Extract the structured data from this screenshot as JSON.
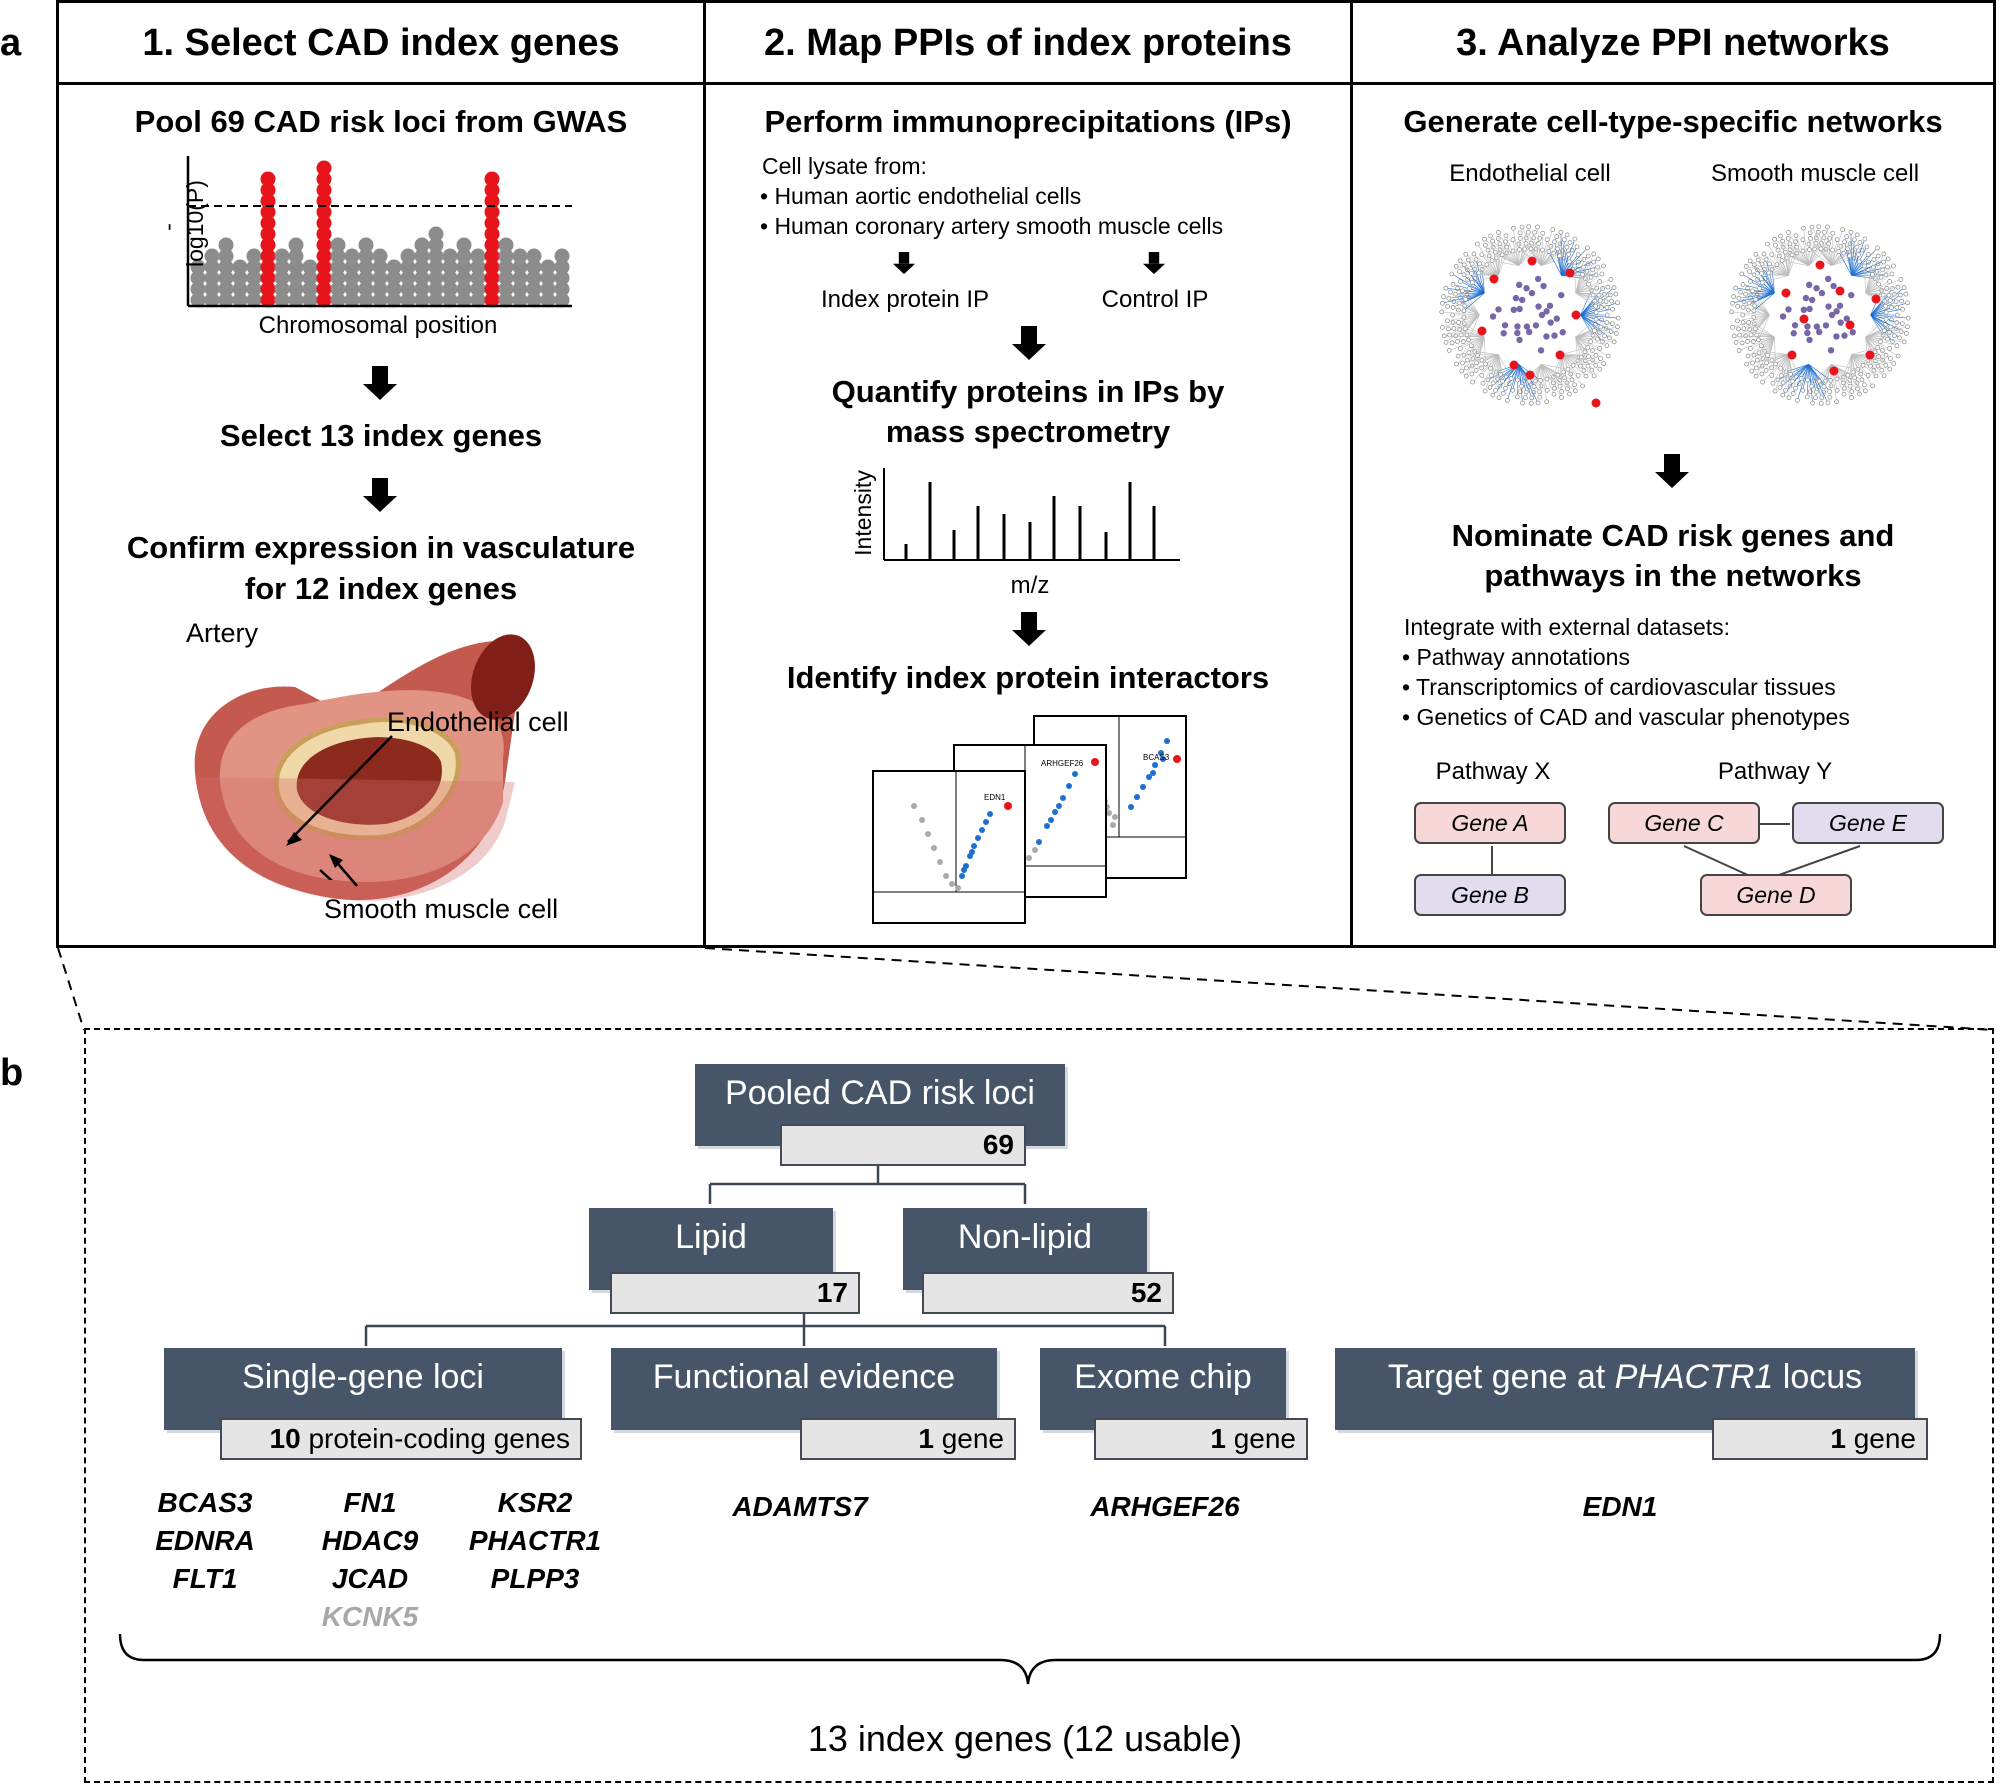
{
  "panel_a": {
    "letter": "a",
    "col1": {
      "header": "1. Select CAD index genes",
      "step1": "Pool 69 CAD risk loci from GWAS",
      "manhattan_ylabel": "-log10(P)",
      "manhattan_xlabel": "Chromosomal position",
      "step2": "Select 13 index genes",
      "step3_line1": "Confirm expression in vasculature",
      "step3_line2": "for 12 index genes",
      "artery_label": "Artery",
      "endothelial_label": "Endothelial cell",
      "smooth_muscle_label": "Smooth muscle cell"
    },
    "col2": {
      "header": "2. Map PPIs of index proteins",
      "step1": "Perform immunoprecipitations (IPs)",
      "lysate_title": "Cell lysate from:",
      "lysate_items": [
        "• Human aortic endothelial cells",
        "• Human coronary artery smooth muscle cells"
      ],
      "ip_left": "Index protein IP",
      "ip_right": "Control IP",
      "step2_line1": "Quantify proteins in IPs by",
      "step2_line2": "mass spectrometry",
      "ms_ylabel": "Intensity",
      "ms_xlabel": "m/z",
      "step3": "Identify index protein interactors",
      "volcano_labels": [
        "EDN1",
        "ARHGEF26",
        "BCAS3"
      ]
    },
    "col3": {
      "header": "3. Analyze PPI networks",
      "step1": "Generate cell-type-specific networks",
      "net_left": "Endothelial cell",
      "net_right": "Smooth muscle cell",
      "step2_line1": "Nominate CAD risk genes and",
      "step2_line2": "pathways in the networks",
      "integrate_title": "Integrate with external datasets:",
      "integrate_items": [
        "• Pathway annotations",
        "• Transcriptomics of cardiovascular tissues",
        "• Genetics of CAD and vascular phenotypes"
      ],
      "pathway_x": "Pathway X",
      "pathway_y": "Pathway Y",
      "genes": {
        "a": "Gene A",
        "b": "Gene B",
        "c": "Gene C",
        "d": "Gene D",
        "e": "Gene E"
      }
    }
  },
  "panel_b": {
    "letter": "b",
    "root": {
      "label": "Pooled CAD risk loci",
      "count": "69"
    },
    "lipid": {
      "label": "Lipid",
      "count": "17"
    },
    "nonlipid": {
      "label": "Non-lipid",
      "count": "52"
    },
    "single": {
      "label": "Single-gene loci",
      "count": "10",
      "count_suffix": " protein-coding genes"
    },
    "functional": {
      "label": "Functional evidence",
      "count": "1",
      "count_suffix": " gene"
    },
    "exome": {
      "label": "Exome chip",
      "count": "1",
      "count_suffix": " gene"
    },
    "target": {
      "label_pre": "Target gene at ",
      "label_gene": "PHACTR1",
      "label_post": " locus",
      "count": "1",
      "count_suffix": " gene"
    },
    "single_genes_col1": [
      "BCAS3",
      "EDNRA",
      "FLT1"
    ],
    "single_genes_col2": [
      "FN1",
      "HDAC9",
      "JCAD"
    ],
    "single_genes_col2_grey": "KCNK5",
    "single_genes_col3": [
      "KSR2",
      "PHACTR1",
      "PLPP3"
    ],
    "functional_gene": "ADAMTS7",
    "exome_gene": "ARHGEF26",
    "target_gene": "EDN1",
    "summary": "13 index genes (12 usable)"
  },
  "colors": {
    "box": "#475569",
    "count_bg": "#e5e5e5",
    "red": "#e8141c",
    "grey_dot": "#8c8c8c",
    "blue": "#1f6fd1",
    "pink": "#f7d7d7",
    "lavender": "#e3dcef"
  }
}
